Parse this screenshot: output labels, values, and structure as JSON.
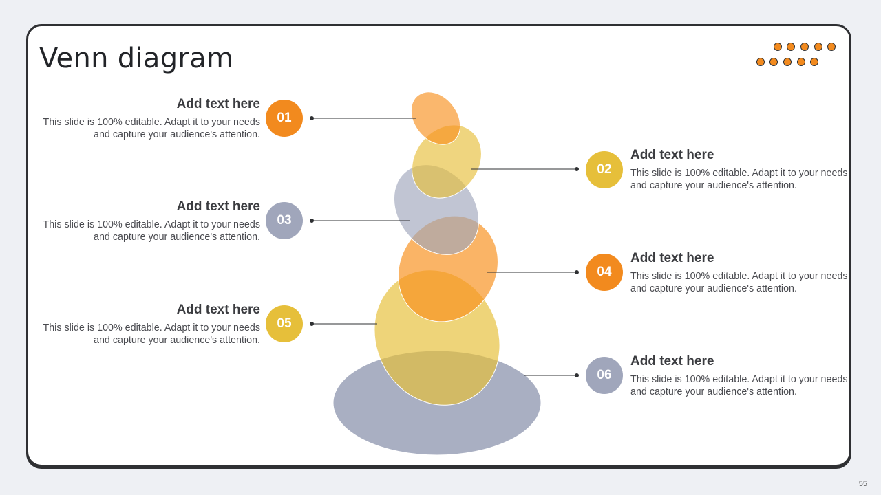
{
  "slide": {
    "title": "Venn diagram",
    "page_number": "55"
  },
  "colors": {
    "orange": "#f28a1e",
    "yellow": "#e6bf3a",
    "gray": "#a0a6bb",
    "frame": "#2f3033"
  },
  "items": [
    {
      "number": "01",
      "heading": "Add text here",
      "body": "This slide is 100% editable. Adapt it to your needs and capture your audience's attention.",
      "color": "orange"
    },
    {
      "number": "02",
      "heading": "Add text here",
      "body": "This slide is 100% editable. Adapt it to your needs and capture your audience's attention.",
      "color": "yellow"
    },
    {
      "number": "03",
      "heading": "Add text here",
      "body": "This slide is 100% editable. Adapt it to your needs and capture your audience's attention.",
      "color": "gray"
    },
    {
      "number": "04",
      "heading": "Add text here",
      "body": "This slide is 100% editable. Adapt it to your needs and capture your audience's attention.",
      "color": "orange"
    },
    {
      "number": "05",
      "heading": "Add text here",
      "body": "This slide is 100% editable. Adapt it to your needs and capture your audience's attention.",
      "color": "yellow"
    },
    {
      "number": "06",
      "heading": "Add text here",
      "body": "This slide is 100% editable. Adapt it to your needs and capture your audience's attention.",
      "color": "gray"
    }
  ]
}
